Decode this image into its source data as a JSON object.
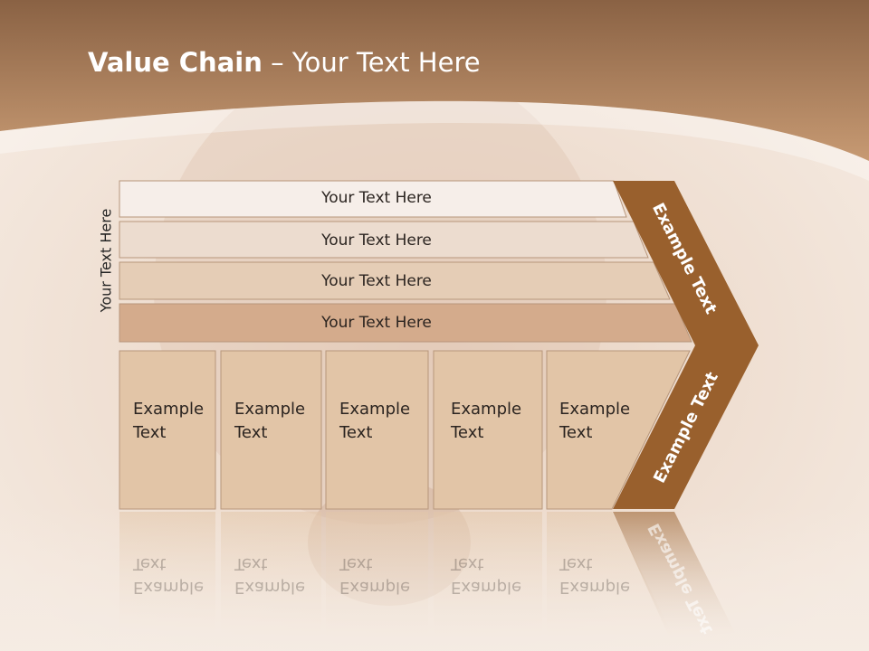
{
  "slide": {
    "title_bold": "Value Chain",
    "title_rest": " – Your Text Here",
    "side_label": "Your Text Here",
    "rows": [
      {
        "label": "Your Text Here"
      },
      {
        "label": "Your Text Here"
      },
      {
        "label": "Your Text Here"
      },
      {
        "label": "Your Text Here"
      }
    ],
    "cells": [
      {
        "line1": "Example",
        "line2": "Text"
      },
      {
        "line1": "Example",
        "line2": "Text"
      },
      {
        "line1": "Example",
        "line2": "Text"
      },
      {
        "line1": "Example",
        "line2": "Text"
      },
      {
        "line1": "Example",
        "line2": "Text"
      }
    ],
    "chevron_top": "Example Text",
    "chevron_bottom": "Example Text"
  },
  "colors": {
    "header": "#b98a63",
    "background": "#f2e4d8",
    "chevron": "#99602d",
    "row1": "#f6eee9",
    "row2": "#ecdccf",
    "row3": "#e5cdb6",
    "row4": "#d4ab8c",
    "cell": "#e2c5a7"
  }
}
